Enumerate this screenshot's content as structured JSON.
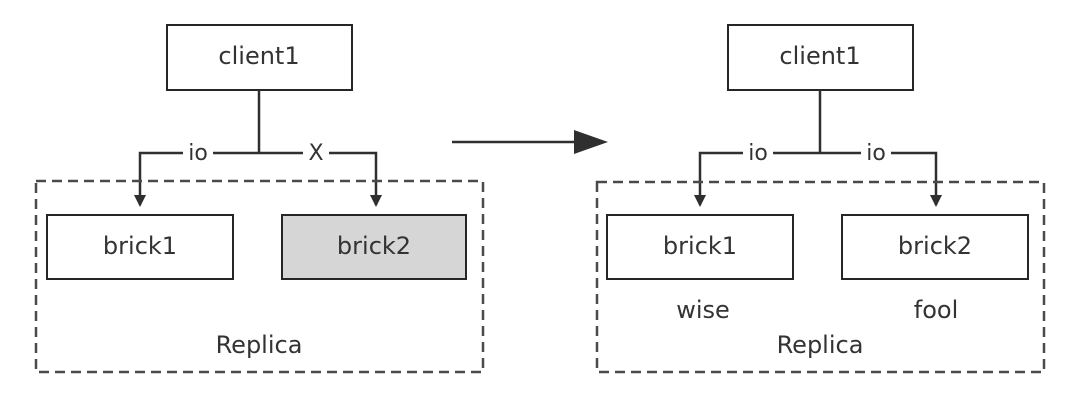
{
  "before": {
    "client": "client1",
    "edge_left_label": "io",
    "edge_right_label": "X",
    "brick_left": "brick1",
    "brick_right": "brick2",
    "group_label": "Replica"
  },
  "after": {
    "client": "client1",
    "edge_left_label": "io",
    "edge_right_label": "io",
    "brick_left": "brick1",
    "brick_right": "brick2",
    "brick_left_caption": "wise",
    "brick_right_caption": "fool",
    "group_label": "Replica"
  },
  "colors": {
    "failed_brick_fill": "#d6d6d6",
    "stroke": "#262626",
    "text": "#333333"
  }
}
